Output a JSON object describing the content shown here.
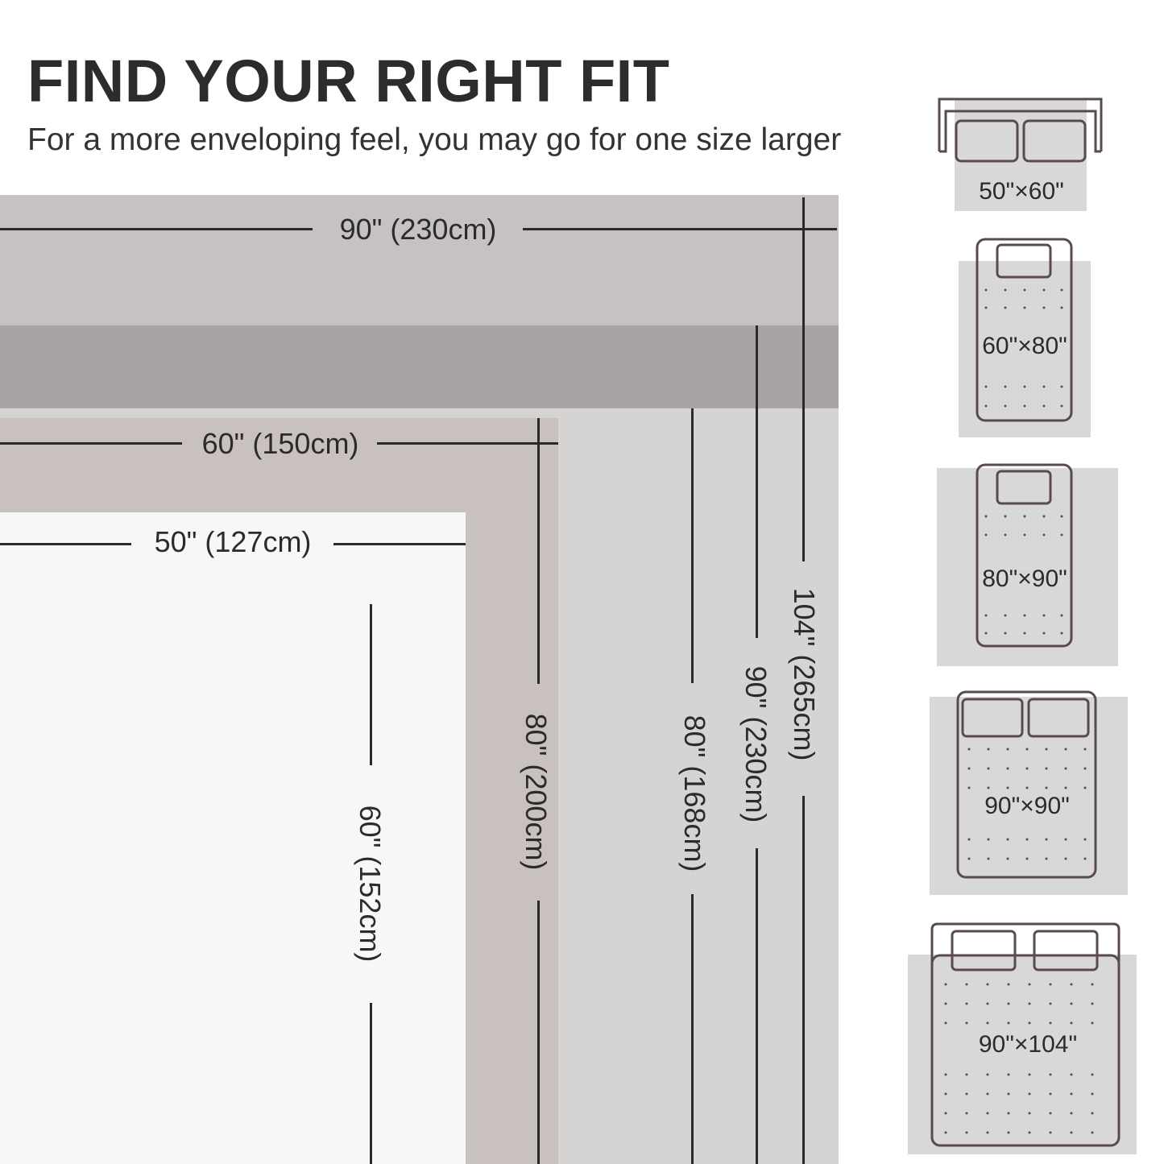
{
  "header": {
    "title": "FIND YOUR RIGHT FIT",
    "subtitle": "For a more enveloping feel, you may go for one size larger"
  },
  "colors": {
    "size_90x104": "#c6c2c2",
    "size_90x90": "#a8a4a4",
    "size_80x90": "#d6d3d3",
    "size_60x80": "#c9c1bd",
    "size_50x60": "#f7f7f7",
    "line": "#2a2a2a",
    "icon_fill": "#d9d8d8",
    "icon_stroke": "#5a4b4b"
  },
  "dimensions": {
    "w_90": "90\" (230cm)",
    "w_60": "60\" (150cm)",
    "w_50": "50\" (127cm)",
    "h_104": "104\" (265cm)",
    "h_90": "90\" (230cm)",
    "h_80_168": "80\" (168cm)",
    "h_80_200": "80\" (200cm)",
    "h_60": "60\" (152cm)"
  },
  "sizes": [
    {
      "label": "50\"×60\"",
      "icon": "sofa-icon"
    },
    {
      "label": "60\"×80\"",
      "icon": "single-bed-icon"
    },
    {
      "label": "80\"×90\"",
      "icon": "single-bed-icon"
    },
    {
      "label": "90\"×90\"",
      "icon": "double-bed-icon"
    },
    {
      "label": "90\"×104\"",
      "icon": "king-bed-icon"
    }
  ]
}
